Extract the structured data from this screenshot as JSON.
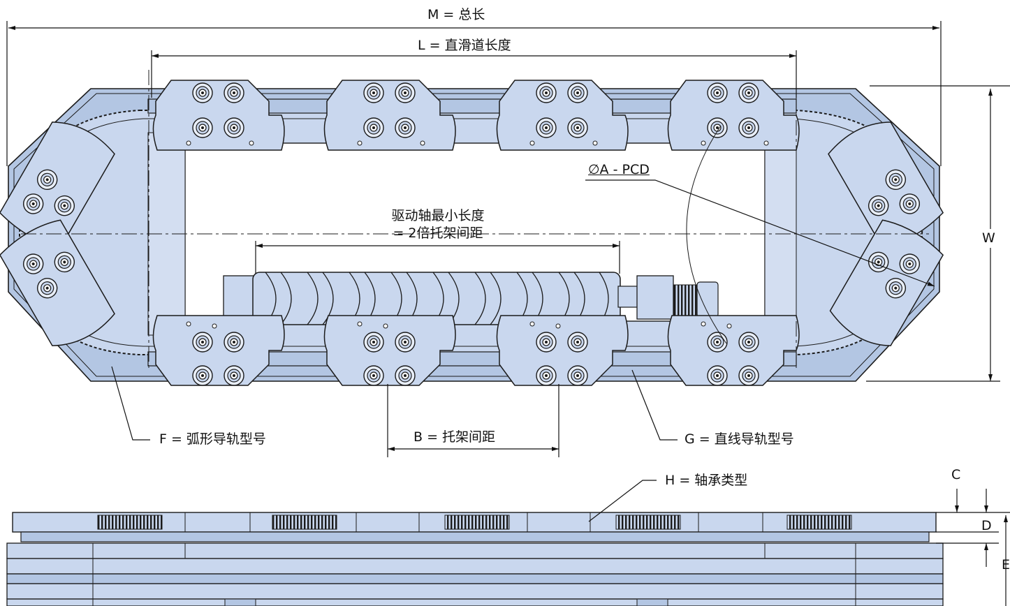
{
  "labels": {
    "m": "M = 总长",
    "l": "L = 直滑道长度",
    "a": "∅A - PCD",
    "w": "W",
    "drive_line1": "驱动轴最小长度",
    "drive_line2": "= 2倍托架间距",
    "f": "F = 弧形导轨型号",
    "b": "B = 托架间距",
    "g": "G = 直线导轨型号",
    "h": "H = 轴承类型",
    "c": "C",
    "d": "D",
    "e": "E"
  },
  "colors": {
    "plate": "#c9d7ee",
    "plate_dark": "#b3c6e3",
    "line": "#1b1b1b",
    "roller": "#e8eef8",
    "background": "#ffffff"
  }
}
